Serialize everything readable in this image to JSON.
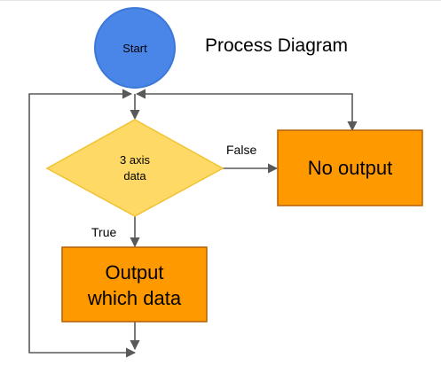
{
  "title": "Process Diagram",
  "nodes": {
    "start": {
      "label": "Start",
      "fill": "#4a86e8",
      "stroke": "#3c78d8"
    },
    "decision": {
      "line1": "3 axis",
      "line2": "data",
      "fill": "#ffd966",
      "stroke": "#f1c232"
    },
    "no_output": {
      "label": "No output",
      "fill": "#ff9900",
      "stroke": "#b45f06"
    },
    "output": {
      "line1": "Output",
      "line2": "which data",
      "fill": "#ff9900",
      "stroke": "#b45f06"
    }
  },
  "edges": {
    "false_label": "False",
    "true_label": "True"
  },
  "colors": {
    "connector": "#595959"
  }
}
